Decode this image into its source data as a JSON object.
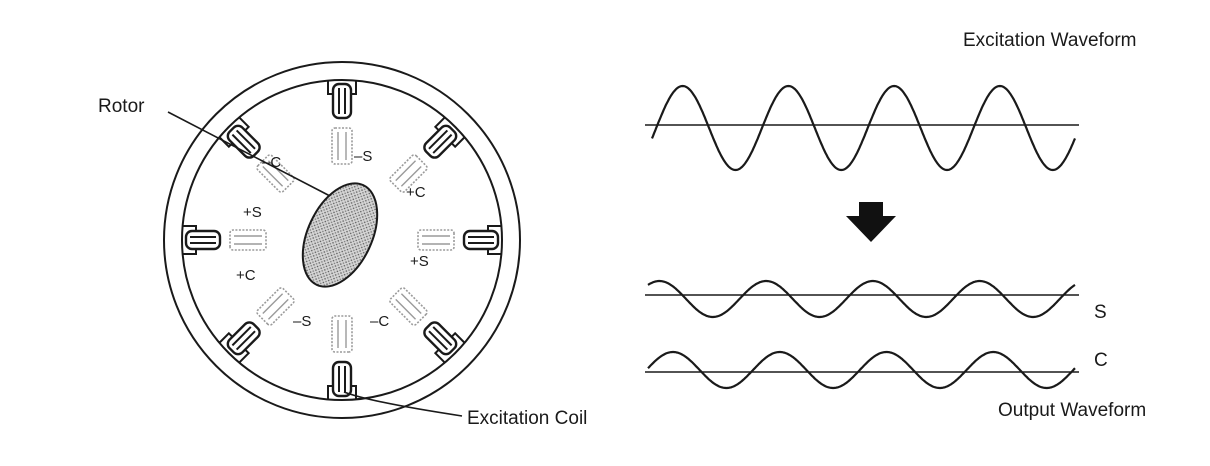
{
  "labels": {
    "rotor": "Rotor",
    "excitation_coil": "Excitation Coil",
    "excitation_waveform": "Excitation Waveform",
    "output_waveform": "Output Waveform",
    "signal_s": "S",
    "signal_c": "C"
  },
  "pole_labels": {
    "upper_left": "–C",
    "top": "–S",
    "upper_right": "+C",
    "left": "+S",
    "right": "+S",
    "lower_left": "+C",
    "bottom": "–S",
    "lower_right": "–C"
  },
  "waveforms": {
    "excitation": {
      "cycles": 4
    },
    "output_s": {
      "cycles": 4
    },
    "output_c": {
      "cycles": 4
    }
  },
  "icons": {
    "flow_arrow": "arrow-down-icon"
  },
  "colors": {
    "line": "#1a1a1a",
    "rotor_fill": "#cfcfcf",
    "sensor_coil": "#9a9a9a"
  }
}
